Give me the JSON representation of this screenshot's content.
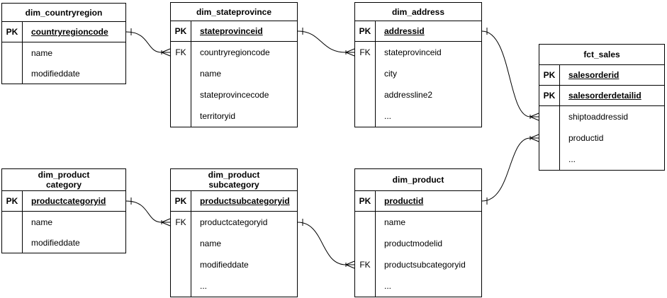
{
  "diagram": {
    "colors": {
      "border": "#000000",
      "background": "#ffffff",
      "text": "#000000"
    },
    "tables": [
      {
        "title": "dim_countryregion",
        "rows": [
          {
            "key": "PK",
            "name": "countryregioncode"
          },
          {
            "key": "",
            "name": "name"
          },
          {
            "key": "",
            "name": "modifieddate"
          }
        ]
      },
      {
        "title": "dim_stateprovince",
        "rows": [
          {
            "key": "PK",
            "name": "stateprovinceid"
          },
          {
            "key": "FK",
            "name": "countryregioncode"
          },
          {
            "key": "",
            "name": "name"
          },
          {
            "key": "",
            "name": "stateprovincecode"
          },
          {
            "key": "",
            "name": "territoryid"
          }
        ]
      },
      {
        "title": "dim_address",
        "rows": [
          {
            "key": "PK",
            "name": "addressid"
          },
          {
            "key": "FK",
            "name": "stateprovinceid"
          },
          {
            "key": "",
            "name": "city"
          },
          {
            "key": "",
            "name": "addressline2"
          },
          {
            "key": "",
            "name": "..."
          }
        ]
      },
      {
        "title": "fct_sales",
        "rows": [
          {
            "key": "PK",
            "name": "salesorderid"
          },
          {
            "key": "PK",
            "name": "salesorderdetailid"
          },
          {
            "key": "",
            "name": "shiptoaddressid"
          },
          {
            "key": "",
            "name": "productid"
          },
          {
            "key": "",
            "name": "..."
          }
        ]
      },
      {
        "title": "dim_product\ncategory",
        "rows": [
          {
            "key": "PK",
            "name": "productcategoryid"
          },
          {
            "key": "",
            "name": "name"
          },
          {
            "key": "",
            "name": "modifieddate"
          }
        ]
      },
      {
        "title": "dim_product\nsubcategory",
        "rows": [
          {
            "key": "PK",
            "name": "productsubcategoryid"
          },
          {
            "key": "FK",
            "name": "productcategoryid"
          },
          {
            "key": "",
            "name": "name"
          },
          {
            "key": "",
            "name": "modifieddate"
          },
          {
            "key": "",
            "name": "..."
          }
        ]
      },
      {
        "title": "dim_product",
        "rows": [
          {
            "key": "PK",
            "name": "productid"
          },
          {
            "key": "",
            "name": "name"
          },
          {
            "key": "",
            "name": "productmodelid"
          },
          {
            "key": "FK",
            "name": "productsubcategoryid"
          },
          {
            "key": "",
            "name": "..."
          }
        ]
      }
    ],
    "relationships": [
      {
        "from_table": "dim_countryregion",
        "from_field": "countryregioncode",
        "to_table": "dim_stateprovince",
        "to_field": "countryregioncode",
        "cardinality": "one-to-many"
      },
      {
        "from_table": "dim_stateprovince",
        "from_field": "stateprovinceid",
        "to_table": "dim_address",
        "to_field": "stateprovinceid",
        "cardinality": "one-to-many"
      },
      {
        "from_table": "dim_address",
        "from_field": "addressid",
        "to_table": "fct_sales",
        "to_field": "shiptoaddressid",
        "cardinality": "one-to-many"
      },
      {
        "from_table": "dim_product",
        "from_field": "productid",
        "to_table": "fct_sales",
        "to_field": "productid",
        "cardinality": "one-to-many"
      },
      {
        "from_table": "dim_product category",
        "from_field": "productcategoryid",
        "to_table": "dim_product subcategory",
        "to_field": "productcategoryid",
        "cardinality": "one-to-many"
      },
      {
        "from_table": "dim_product subcategory",
        "from_field": "productsubcategoryid",
        "to_table": "dim_product",
        "to_field": "productsubcategoryid",
        "cardinality": "one-to-many"
      }
    ]
  }
}
